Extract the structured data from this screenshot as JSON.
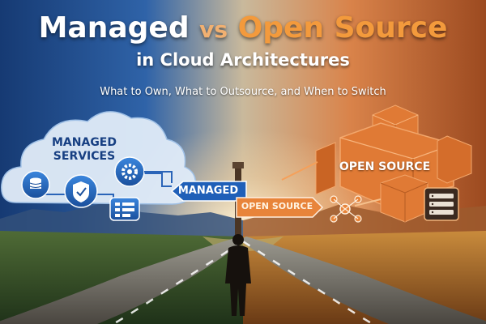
{
  "header": {
    "title_managed": "Managed",
    "title_vs": "vs",
    "title_open_source": "Open Source",
    "title_line2": "in Cloud Architectures",
    "subtitle": "What to Own, What to Outsource, and When to Switch"
  },
  "left_cloud": {
    "title_line1": "MANAGED",
    "title_line2": "SERVICES",
    "icons": [
      "database-icon",
      "shield-check-icon",
      "gear-icon",
      "list-icon"
    ]
  },
  "signpost": {
    "left_sign": "MANAGED",
    "right_sign": "OPEN SOURCE"
  },
  "right_cluster": {
    "label": "OPEN SOURCE",
    "icons": [
      "network-nodes-icon",
      "server-rack-icon"
    ]
  },
  "colors": {
    "managed_blue": "#1f5fb8",
    "open_source_orange": "#e8843a",
    "sky_blue": "#2f63a8",
    "sky_orange": "#d9834a"
  }
}
